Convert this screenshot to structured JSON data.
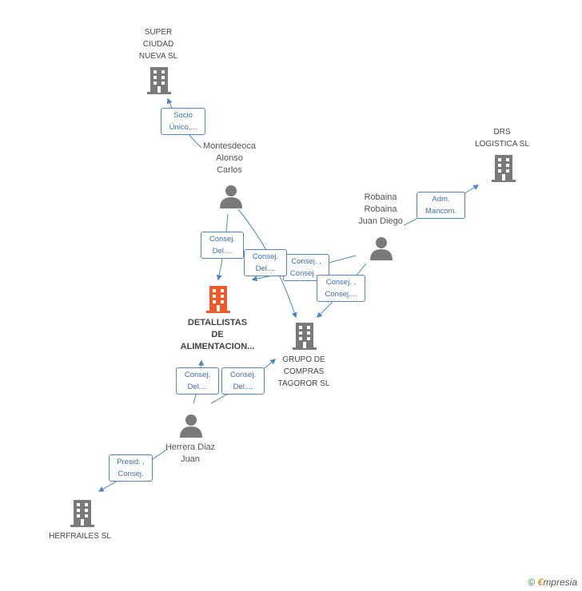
{
  "companies": {
    "super": {
      "name": "SUPER\nCIUDAD\nNUEVA SL",
      "color": "#7a7a7a"
    },
    "drs": {
      "name": "DRS\nLOGISTICA  SL",
      "color": "#7a7a7a"
    },
    "detallistas": {
      "name": "DETALLISTAS\nDE\nALIMENTACION...",
      "color": "#f05a28"
    },
    "grupo": {
      "name": "GRUPO DE\nCOMPRAS\nTAGOROR  SL",
      "color": "#7a7a7a"
    },
    "herfrailes": {
      "name": "HERFRAILES SL",
      "color": "#7a7a7a"
    }
  },
  "people": {
    "montesdeoca": {
      "name": "Montesdeoca\nAlonso\nCarlos"
    },
    "robaina": {
      "name": "Robaina\nRobaina\nJuan Diego"
    },
    "herrera": {
      "name": "Herrera Diaz\nJuan"
    }
  },
  "relations": {
    "socio": "Socio\nÚnico,...",
    "adm": "Adm.\nMancom.",
    "consej_m_det": "Consej.\nDel....",
    "consej_m_grupo": "Consej.\nDel....",
    "consej_r_det": "Consej. ,\nConsej....",
    "consej_r_grupo": "Consej. ,\nConsej....",
    "consej_h_det": "Consej.\nDel....",
    "consej_h_grupo": "Consej.\nDel....",
    "presid": "Presid. ,\nConsej."
  },
  "footer": {
    "copyright": "©",
    "brand_first": "€",
    "brand_rest": "mpresia"
  },
  "colors": {
    "edge": "#4a86c8",
    "person": "#7a7a7a"
  }
}
